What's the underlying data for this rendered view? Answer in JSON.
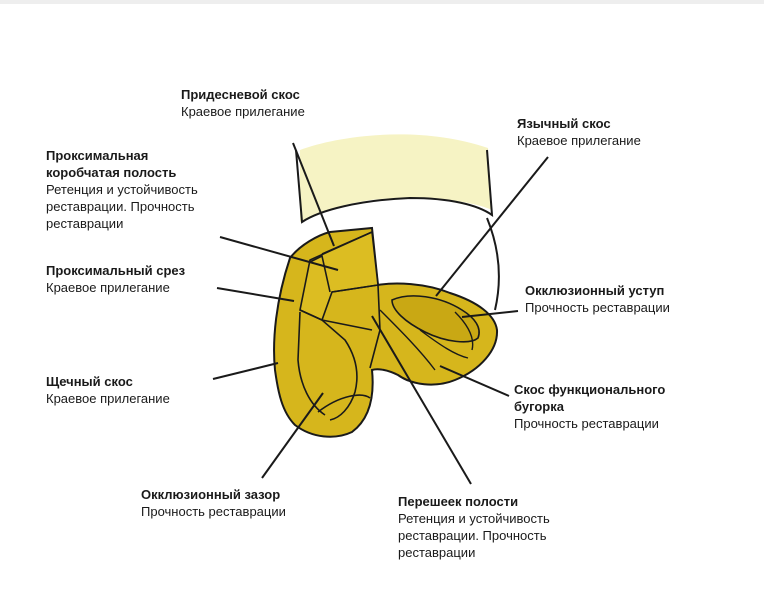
{
  "labels": {
    "gingival_bevel": {
      "title": "Придесневой скос",
      "desc": "Краевое прилегание"
    },
    "lingual_bevel": {
      "title": "Язычный скос",
      "desc": "Краевое прилегание"
    },
    "proximal_box": {
      "title": [
        "Проксимальная",
        "коробчатая полость"
      ],
      "desc": [
        "Ретенция и устойчивость",
        "реставрации. Прочность",
        "реставрации"
      ]
    },
    "proximal_cut": {
      "title": "Проксимальный срез",
      "desc": "Краевое прилегание"
    },
    "occlusal_shoulder": {
      "title": "Окклюзионный уступ",
      "desc": "Прочность реставрации"
    },
    "buccal_bevel": {
      "title": "Щечный скос",
      "desc": "Краевое прилегание"
    },
    "functional_cusp_bevel": {
      "title": [
        "Скос функционального",
        "бугорка"
      ],
      "desc": "Прочность реставрации"
    },
    "occlusal_gap": {
      "title": "Окклюзионный зазор",
      "desc": "Прочность реставрации"
    },
    "cavity_isthmus": {
      "title": "Перешеек полости",
      "desc": [
        "Ретенция и устойчивость",
        "реставрации. Прочность",
        "реставрации"
      ]
    }
  },
  "colors": {
    "restoration": "#d6b61c",
    "restoration_shade": "#c9a814",
    "tooth_pale": "#f6f3c4",
    "outline": "#1a1a1a"
  }
}
